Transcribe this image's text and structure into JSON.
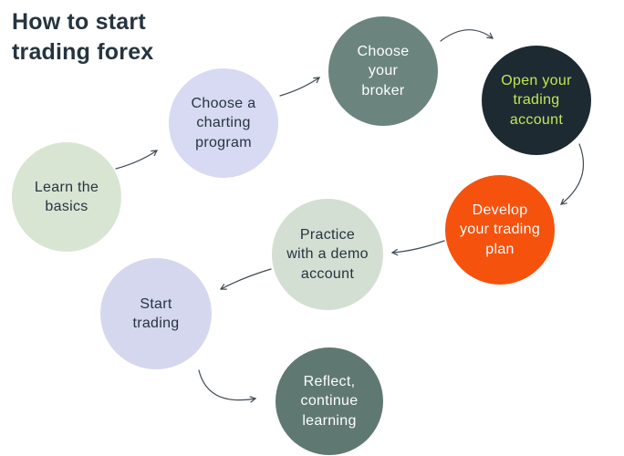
{
  "title": {
    "lines": [
      "How to start",
      "trading forex"
    ]
  },
  "steps": [
    {
      "id": "learn-basics",
      "label": [
        "Learn the",
        "basics"
      ],
      "fill": "light_green",
      "text": "dark_text"
    },
    {
      "id": "charting",
      "label": [
        "Choose a",
        "charting",
        "program"
      ],
      "fill": "lavender",
      "text": "dark_text"
    },
    {
      "id": "broker",
      "label": [
        "Choose",
        "your",
        "broker"
      ],
      "fill": "sage_green",
      "text": "white_text"
    },
    {
      "id": "open-account",
      "label": [
        "Open your",
        "trading",
        "account"
      ],
      "fill": "dark_navy",
      "text": "lime_text"
    },
    {
      "id": "trading-plan",
      "label": [
        "Develop",
        "your trading",
        "plan"
      ],
      "fill": "orange",
      "text": "white_text"
    },
    {
      "id": "demo-account",
      "label": [
        "Practice",
        "with a demo",
        "account"
      ],
      "fill": "light_green_muted",
      "text": "dark_text"
    },
    {
      "id": "start-trading",
      "label": [
        "Start",
        "trading"
      ],
      "fill": "lavender_muted",
      "text": "dark_text"
    },
    {
      "id": "reflect",
      "label": [
        "Reflect,",
        "continue",
        "learning"
      ],
      "fill": "sage_green_dark",
      "text": "white_text"
    }
  ],
  "colors": {
    "background": "#ffffff",
    "title_text": "#263440",
    "dark_text": "#263440",
    "white_text": "#fefefe",
    "lime_text": "#bfe954",
    "light_green": "#d8e5d3",
    "light_green_muted": "#d3dfd2",
    "lavender": "#d7daf2",
    "lavender_muted": "#d5d7ef",
    "sage_green": "#6b857e",
    "sage_green_dark": "#5f7972",
    "dark_navy": "#1d2a32",
    "orange": "#f5520e",
    "arrow": "#3f4b53"
  }
}
